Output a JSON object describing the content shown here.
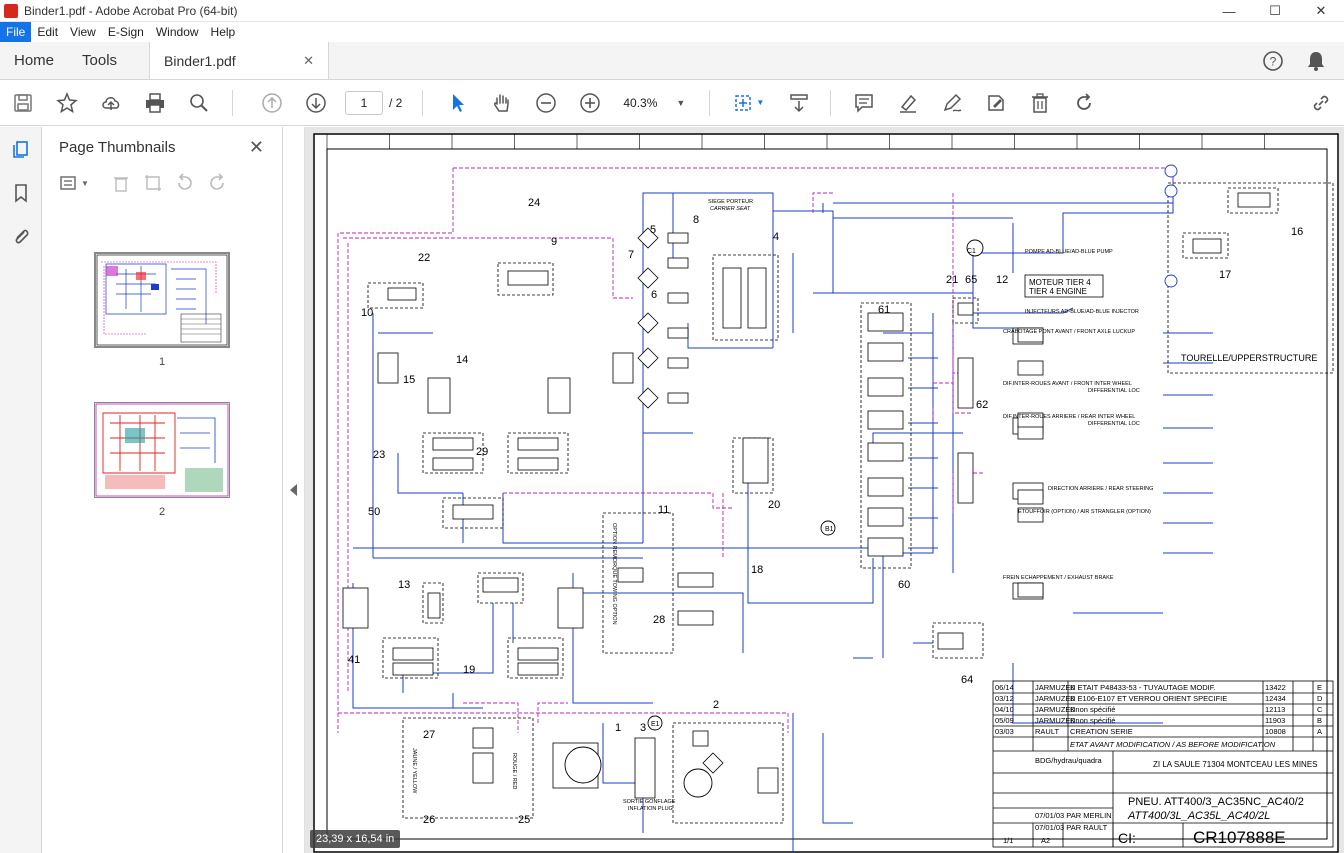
{
  "window": {
    "title": "Binder1.pdf - Adobe Acrobat Pro (64-bit)"
  },
  "menu": [
    "File",
    "Edit",
    "View",
    "E-Sign",
    "Window",
    "Help"
  ],
  "tabs": {
    "home": "Home",
    "tools": "Tools",
    "doc": "Binder1.pdf"
  },
  "toolbar": {
    "page_current": "1",
    "page_total": "/ 2",
    "zoom": "40.3%"
  },
  "panel": {
    "title": "Page Thumbnails",
    "thumb1_label": "1",
    "thumb2_label": "2"
  },
  "status": {
    "size": "23,39 x 16,54 in"
  },
  "drawing": {
    "seat": "SIEGE PORTEUR",
    "seat_en": "CARRIER SEAT",
    "pump": "POMPE AD-BLUE/AD-BLUE PUMP",
    "engine1": "MOTEUR TIER 4",
    "engine2": "TIER 4 ENGINE",
    "injector": "INJECTEURS AD-BLUE/AD-BLUE INJECTOR",
    "axle": "CRABOTAGE PONT AVANT / FRONT AXLE LUCKUP",
    "diff_front": "DIF.INTER-ROUES AVANT / FRONT INTER WHEEL",
    "diff_front2": "DIFFERENTIAL LOC",
    "diff_rear": "DIF.INTER-ROUES ARRIERE / REAR INTER WHEEL",
    "diff_rear2": "DIFFERENTIAL LOC",
    "steering": "DIRECTION ARRIERE / REAR STEERING",
    "strangler": "ETOUFFOIR (OPTION) / AIR STRANGLER (OPTION)",
    "exhaust": "FREIN ECHAPPEMENT / EXHAUST BRAKE",
    "turret": "TOURELLE/UPPERSTRUCTURE",
    "inflation1": "SORTIE GONFLAGE",
    "inflation2": "INFLATION PLUG",
    "yellow": "JAUNE / YELLOW",
    "red": "ROUGE / RED",
    "towing": "OPTION REMORQUE TOWING OPTION",
    "labels": [
      "24",
      "9",
      "22",
      "10",
      "5",
      "8",
      "7",
      "6",
      "4",
      "21",
      "65",
      "12",
      "C1",
      "16",
      "17",
      "61",
      "14",
      "15",
      "11",
      "13",
      "23",
      "29",
      "50",
      "62",
      "20",
      "18",
      "28",
      "B1",
      "60",
      "41",
      "19",
      "27",
      "26",
      "25",
      "1",
      "2",
      "3",
      "E1",
      "64"
    ]
  },
  "titleblock": {
    "rows": [
      [
        "06/14",
        "JARMUZEK",
        "D ETAIT P48433-53 - TUYAUTAGE MODIF.",
        "13422",
        "E"
      ],
      [
        "03/12",
        "JARMUZEK",
        "D E106-E107 ET VERROU ORIENT SPECIFIE",
        "12434",
        "D"
      ],
      [
        "04/10",
        "JARMUZEK",
        "Dnon spécifié",
        "12113",
        "C"
      ],
      [
        "05/09",
        "JARMUZEK",
        "Dnon spécifié",
        "11903",
        "B"
      ],
      [
        "03/03",
        "RAULT",
        "CREATION SERIE",
        "10808",
        "A"
      ]
    ],
    "header": "ETAT AVANT MODIFICATION / AS BEFORE MODIFICATION",
    "company": "ZI LA SAULE 71304 MONTCEAU LES MINES",
    "product1": "PNEU. ATT400/3_AC35NC_AC40/2",
    "product2": "ATT400/3L_AC35L_AC40/2L",
    "cad": "BDG/hydrau/quadra",
    "verified": "07/01/03 PAR MERLIN",
    "drawn": "07/01/03 PAR RAULT",
    "sheet": "1/1",
    "format": "A2",
    "number": "CR107888E",
    "ci": "CI:"
  }
}
